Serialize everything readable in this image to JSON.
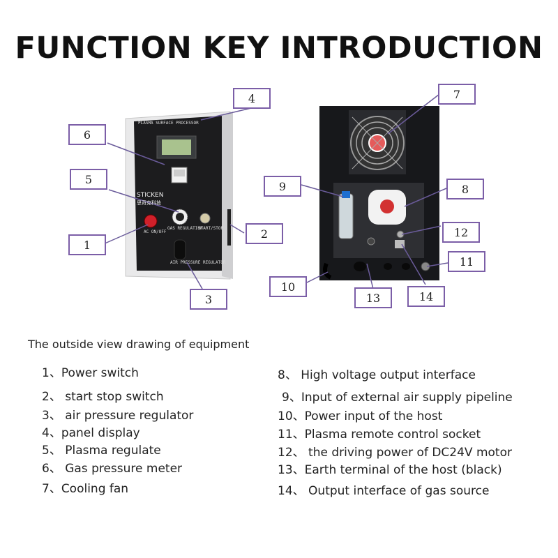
{
  "title": "FUNCTION KEY INTRODUCTION",
  "device": {
    "panel_title": "PLASMA SURFACE PROCESSOR",
    "brand": "STICKEN",
    "brand_sub": "思奇克科技",
    "labels": {
      "power": "AC ON/OFF",
      "regulation": "GAS REGULATION",
      "start": "START/STOP",
      "air": "AIR PRESSURE REGULATOR"
    }
  },
  "callouts": [
    "1",
    "2",
    "3",
    "4",
    "5",
    "6",
    "7",
    "8",
    "9",
    "10",
    "11",
    "12",
    "13",
    "14"
  ],
  "caption": "The outside view drawing of equipment",
  "legend": [
    "1、Power switch",
    "2、  start stop   switch",
    "3、  air pressure regulator",
    "4、panel display",
    "5、  Plasma regulate",
    "6、  Gas pressure meter",
    "7、Cooling fan",
    "8、  High voltage output interface",
    "9、Input of external air supply pipeline",
    "10、Power input of the host",
    "11、Plasma remote control socket",
    "12、  the driving power of DC24V motor",
    "13、Earth terminal of the host (black)",
    "14、  Output interface of gas source"
  ],
  "colors": {
    "callout_border": "#7b5ea7",
    "device_body": "#1c1c1e",
    "power_button": "#d0202a"
  }
}
